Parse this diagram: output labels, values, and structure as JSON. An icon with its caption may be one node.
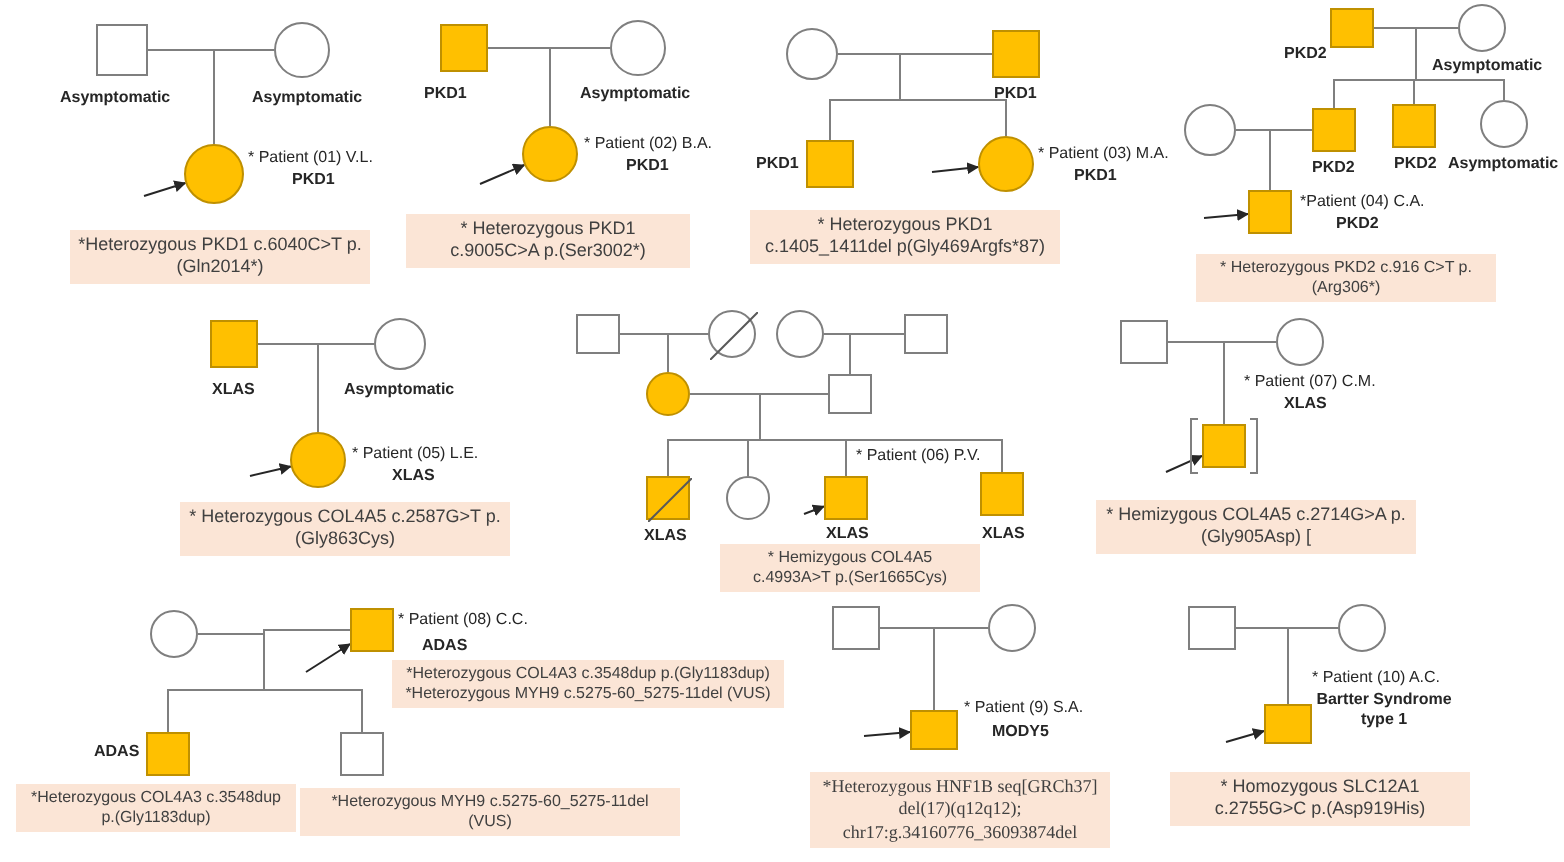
{
  "diagram": {
    "nodes": [
      {
        "text": [],
        "shape": "box",
        "beside": [
          "Asymptomatic"
        ]
      },
      {
        "text": [],
        "shape": "circle",
        "beside": [
          "Asymptomatic"
        ]
      },
      {
        "text": [],
        "shape": "circle",
        "beside": [
          "* Patient (01) V.L.",
          "PKD1"
        ]
      },
      {
        "text": [
          "*Heterozygous PKD1 c.6040C>T p.(Gln2014*)"
        ]
      },
      {
        "text": [],
        "shape": "box",
        "beside": [
          "PKD1"
        ]
      },
      {
        "text": [],
        "shape": "circle",
        "beside": [
          "Asymptomatic"
        ]
      },
      {
        "text": [],
        "shape": "circle",
        "beside": [
          "* Patient (02) B.A.",
          "PKD1"
        ]
      },
      {
        "text": [
          "* Heterozygous PKD1 c.9005C>A p.(Ser3002*)"
        ]
      },
      {
        "text": [],
        "shape": "circle"
      },
      {
        "text": [],
        "shape": "box",
        "beside": [
          "PKD1"
        ]
      },
      {
        "text": [],
        "shape": "box",
        "beside": [
          "PKD1"
        ]
      },
      {
        "text": [],
        "shape": "circle",
        "beside": [
          "* Patient (03) M.A.",
          "PKD1"
        ]
      },
      {
        "text": [
          "* Heterozygous PKD1 c.1405_1411del p(Gly469Argfs*87)"
        ]
      },
      {
        "text": [],
        "shape": "box",
        "beside": [
          "PKD2"
        ]
      },
      {
        "text": [],
        "shape": "circle",
        "beside": [
          "Asymptomatic"
        ]
      },
      {
        "text": [],
        "shape": "circle"
      },
      {
        "text": [],
        "shape": "box",
        "beside": [
          "PKD2"
        ]
      },
      {
        "text": [],
        "shape": "box",
        "beside": [
          "PKD2"
        ]
      },
      {
        "text": [],
        "shape": "circle",
        "beside": [
          "Asymptomatic"
        ]
      },
      {
        "text": [],
        "shape": "box",
        "beside": [
          "*Patient (04) C.A.",
          "PKD2"
        ]
      },
      {
        "text": [
          "* Heterozygous PKD2 c.916 C>T p.(Arg306*)"
        ]
      },
      {
        "text": [],
        "shape": "box",
        "beside": [
          "XLAS"
        ]
      },
      {
        "text": [],
        "shape": "circle",
        "beside": [
          "Asymptomatic"
        ]
      },
      {
        "text": [],
        "shape": "circle",
        "beside": [
          "* Patient (05) L.E.",
          "XLAS"
        ]
      },
      {
        "text": [
          "* Heterozygous COL4A5 c.2587G>T p.(Gly863Cys)"
        ]
      },
      {
        "text": [],
        "shape": "box"
      },
      {
        "text": [],
        "shape": "circle"
      },
      {
        "text": [],
        "shape": "circle"
      },
      {
        "text": [],
        "shape": "box"
      },
      {
        "text": [],
        "shape": "circle"
      },
      {
        "text": [],
        "shape": "box"
      },
      {
        "text": [],
        "shape": "box",
        "beside": [
          "XLAS"
        ]
      },
      {
        "text": [],
        "shape": "circle"
      },
      {
        "text": [],
        "shape": "box",
        "beside": [
          "* Patient (06) P.V.",
          "XLAS"
        ]
      },
      {
        "text": [],
        "shape": "box",
        "beside": [
          "XLAS"
        ]
      },
      {
        "text": [
          "* Hemizygous COL4A5 c.4993A>T p.(Ser1665Cys)"
        ]
      },
      {
        "text": [],
        "shape": "box"
      },
      {
        "text": [],
        "shape": "circle"
      },
      {
        "text": [],
        "shape": "box",
        "beside": [
          "* Patient (07) C.M.",
          "XLAS"
        ]
      },
      {
        "text": [
          "* Hemizygous COL4A5 c.2714G>A p.(Gly905Asp) ["
        ]
      },
      {
        "text": [],
        "shape": "circle"
      },
      {
        "text": [],
        "shape": "box",
        "beside": [
          "* Patient (08) C.C.",
          "ADAS"
        ]
      },
      {
        "text": [
          "*Heterozygous COL4A3 c.3548dup p.(Gly1183dup)",
          "*Heterozygous MYH9 c.5275-60_5275-11del (VUS)"
        ]
      },
      {
        "text": [],
        "shape": "box",
        "beside": [
          "ADAS"
        ]
      },
      {
        "text": [
          "*Heterozygous COL4A3 c.3548dup p.(Gly1183dup)"
        ]
      },
      {
        "text": [],
        "shape": "box"
      },
      {
        "text": [
          "*Heterozygous MYH9 c.5275-60_5275-11del (VUS)"
        ]
      },
      {
        "text": [],
        "shape": "box"
      },
      {
        "text": [],
        "shape": "circle"
      },
      {
        "text": [],
        "shape": "box",
        "beside": [
          "* Patient (9) S.A.",
          "MODY5"
        ]
      },
      {
        "text": [
          "*Heterozygous HNF1B seq[GRCh37] del(17)(q12q12); chr17:g.34160776_36093874del"
        ]
      },
      {
        "text": [],
        "shape": "box"
      },
      {
        "text": [],
        "shape": "circle"
      },
      {
        "text": [],
        "shape": "box",
        "beside": [
          "* Patient (10) A.C.",
          "Bartter Syndrome type 1"
        ]
      },
      {
        "text": [
          "* Homozygous SLC12A1 c.2755G>C p.(Asp919His)"
        ]
      }
    ],
    "edges": [
      {
        "from": 0,
        "to": 2,
        "arrow": "none"
      },
      {
        "from": 1,
        "to": 2,
        "arrow": "none"
      },
      {
        "from": null,
        "to": 2,
        "arrow": "to"
      },
      {
        "from": 4,
        "to": 6,
        "arrow": "none"
      },
      {
        "from": 5,
        "to": 6,
        "arrow": "none"
      },
      {
        "from": null,
        "to": 6,
        "arrow": "to"
      },
      {
        "from": 8,
        "to": 10,
        "arrow": "none"
      },
      {
        "from": 9,
        "to": 10,
        "arrow": "none"
      },
      {
        "from": 8,
        "to": 11,
        "arrow": "none"
      },
      {
        "from": 9,
        "to": 11,
        "arrow": "none"
      },
      {
        "from": null,
        "to": 11,
        "arrow": "to"
      },
      {
        "from": 13,
        "to": 16,
        "arrow": "none"
      },
      {
        "from": 14,
        "to": 16,
        "arrow": "none"
      },
      {
        "from": 13,
        "to": 17,
        "arrow": "none"
      },
      {
        "from": 14,
        "to": 17,
        "arrow": "none"
      },
      {
        "from": 13,
        "to": 18,
        "arrow": "none"
      },
      {
        "from": 14,
        "to": 18,
        "arrow": "none"
      },
      {
        "from": 15,
        "to": 19,
        "arrow": "none"
      },
      {
        "from": 16,
        "to": 19,
        "arrow": "none"
      },
      {
        "from": null,
        "to": 19,
        "arrow": "to"
      },
      {
        "from": 21,
        "to": 23,
        "arrow": "none"
      },
      {
        "from": 22,
        "to": 23,
        "arrow": "none"
      },
      {
        "from": null,
        "to": 23,
        "arrow": "to"
      },
      {
        "from": 25,
        "to": 29,
        "arrow": "none"
      },
      {
        "from": 26,
        "to": 29,
        "arrow": "none"
      },
      {
        "from": 27,
        "to": 30,
        "arrow": "none"
      },
      {
        "from": 28,
        "to": 30,
        "arrow": "none"
      },
      {
        "from": 29,
        "to": 31,
        "arrow": "none"
      },
      {
        "from": 29,
        "to": 32,
        "arrow": "none"
      },
      {
        "from": 29,
        "to": 33,
        "arrow": "none"
      },
      {
        "from": 29,
        "to": 34,
        "arrow": "none"
      },
      {
        "from": 30,
        "to": 31,
        "arrow": "none"
      },
      {
        "from": 30,
        "to": 32,
        "arrow": "none"
      },
      {
        "from": 30,
        "to": 33,
        "arrow": "none"
      },
      {
        "from": 30,
        "to": 34,
        "arrow": "none"
      },
      {
        "from": null,
        "to": 33,
        "arrow": "to"
      },
      {
        "from": 36,
        "to": 38,
        "arrow": "none"
      },
      {
        "from": 37,
        "to": 38,
        "arrow": "none"
      },
      {
        "from": null,
        "to": 38,
        "arrow": "to"
      },
      {
        "from": 40,
        "to": 43,
        "arrow": "none"
      },
      {
        "from": 41,
        "to": 43,
        "arrow": "none"
      },
      {
        "from": 40,
        "to": 45,
        "arrow": "none"
      },
      {
        "from": 41,
        "to": 45,
        "arrow": "none"
      },
      {
        "from": null,
        "to": 41,
        "arrow": "to"
      },
      {
        "from": 47,
        "to": 49,
        "arrow": "none"
      },
      {
        "from": 48,
        "to": 49,
        "arrow": "none"
      },
      {
        "from": null,
        "to": 49,
        "arrow": "to"
      },
      {
        "from": 51,
        "to": 53,
        "arrow": "none"
      },
      {
        "from": 52,
        "to": 53,
        "arrow": "none"
      },
      {
        "from": null,
        "to": 53,
        "arrow": "to"
      }
    ]
  }
}
